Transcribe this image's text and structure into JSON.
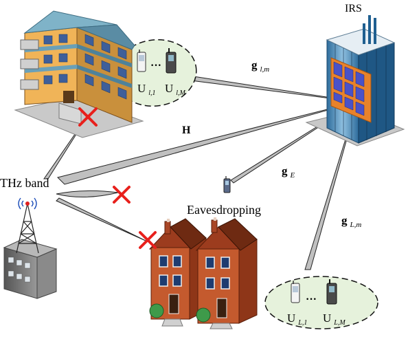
{
  "labels": {
    "irs": "IRS",
    "thz_band": "THz band",
    "eavesdropping": "Eavesdropping",
    "channel_H": "H",
    "channel_g_lm": {
      "base": "g",
      "sub": "l,m"
    },
    "channel_g_E": {
      "base": "g",
      "sub": "E"
    },
    "channel_g_Lm": {
      "base": "g",
      "sub": "L,m"
    },
    "user_l1": {
      "base": "U",
      "sub": "l,1"
    },
    "user_lM": {
      "base": "U",
      "sub": "l,M"
    },
    "user_L1": {
      "base": "U",
      "sub": "L,1"
    },
    "user_LM": {
      "base": "U",
      "sub": "L,M"
    },
    "ellipsis_top": "···",
    "ellipsis_bottom": "···"
  },
  "colors": {
    "beam": "#c0c0c0",
    "beam_stroke": "#222222",
    "block_mark": "#e8201c",
    "cluster_fill": "#e6f2dc",
    "irs_panel": "#4a52c8",
    "irs_frame": "#e8822a",
    "building_body": "#e9a44a",
    "building_roof": "#6aa0b8",
    "house_body": "#b84a26"
  },
  "icons": [
    "apartment-building-icon",
    "irs-tower-icon",
    "base-station-icon",
    "houses-icon",
    "mobile-phone-icon",
    "block-cross-icon"
  ]
}
